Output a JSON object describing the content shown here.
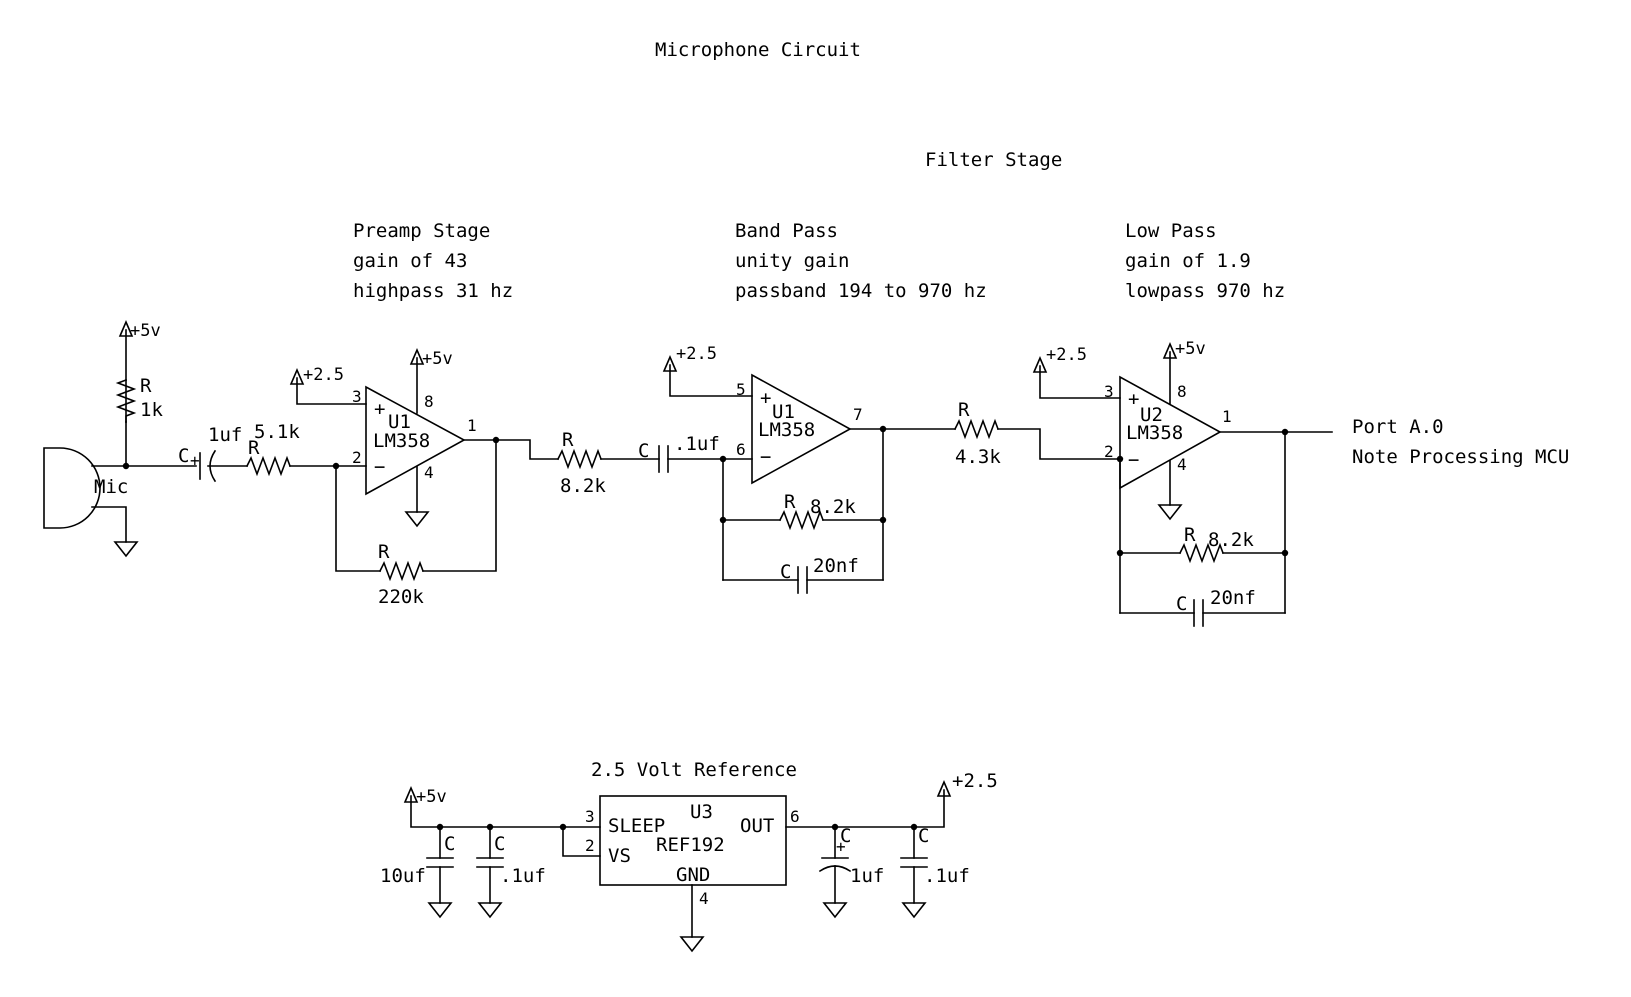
{
  "title": "Microphone Circuit",
  "filter_stage": "Filter Stage",
  "preamp": {
    "l1": "Preamp Stage",
    "l2": "gain of 43",
    "l3": "highpass 31 hz"
  },
  "bandpass": {
    "l1": "Band Pass",
    "l2": "unity gain",
    "l3": "passband 194 to 970 hz"
  },
  "lowpass": {
    "l1": "Low Pass",
    "l2": "gain of 1.9",
    "l3": "lowpass 970 hz"
  },
  "mic": {
    "label": "Mic",
    "supply": "+5v",
    "r_label": "R",
    "r_value": "1k",
    "cap_label": "C",
    "cap_value": "1uf",
    "rin_label": "R",
    "rin_value": "5.1k"
  },
  "u1a": {
    "name": "U1",
    "part": "LM358",
    "ref": "+2.5",
    "supply": "+5v",
    "pin_plus": "3",
    "pin_minus": "2",
    "pin_vcc": "8",
    "pin_gnd": "4",
    "pin_out": "1",
    "plus_sign": "+",
    "minus_sign": "−",
    "rf_label": "R",
    "rf_value": "220k"
  },
  "bp": {
    "rin_label": "R",
    "rin_value": "8.2k",
    "cin_label": "C",
    "cin_value": ".1uf",
    "name": "U1",
    "part": "LM358",
    "ref": "+2.5",
    "pin_plus": "5",
    "pin_minus": "6",
    "pin_out": "7",
    "plus_sign": "+",
    "minus_sign": "−",
    "rf_label": "R",
    "rf_value": "8.2k",
    "cf_label": "C",
    "cf_value": "20nf"
  },
  "lp": {
    "rin_label": "R",
    "rin_value": "4.3k",
    "name": "U2",
    "part": "LM358",
    "ref": "+2.5",
    "supply": "+5v",
    "pin_plus": "3",
    "pin_minus": "2",
    "pin_vcc": "8",
    "pin_gnd": "4",
    "pin_out": "1",
    "plus_sign": "+",
    "minus_sign": "−",
    "rf_label": "R",
    "rf_value": "8.2k",
    "cf_label": "C",
    "cf_value": "20nf"
  },
  "output": {
    "l1": "Port A.0",
    "l2": "Note Processing MCU"
  },
  "reference": {
    "title": "2.5 Volt Reference",
    "supply": "+5v",
    "out_net": "+2.5",
    "c1_label": "C",
    "c1_value": "10uf",
    "c2_label": "C",
    "c2_value": ".1uf",
    "c3_label": "C",
    "c3_value": "1uf",
    "c4_label": "C",
    "c4_value": ".1uf",
    "ic_name": "U3",
    "ic_part": "REF192",
    "pin_sleep": "SLEEP",
    "pin_vs": "VS",
    "pin_out": "OUT",
    "pin_gnd": "GND",
    "pin3": "3",
    "pin2": "2",
    "pin6": "6",
    "pin4": "4"
  }
}
